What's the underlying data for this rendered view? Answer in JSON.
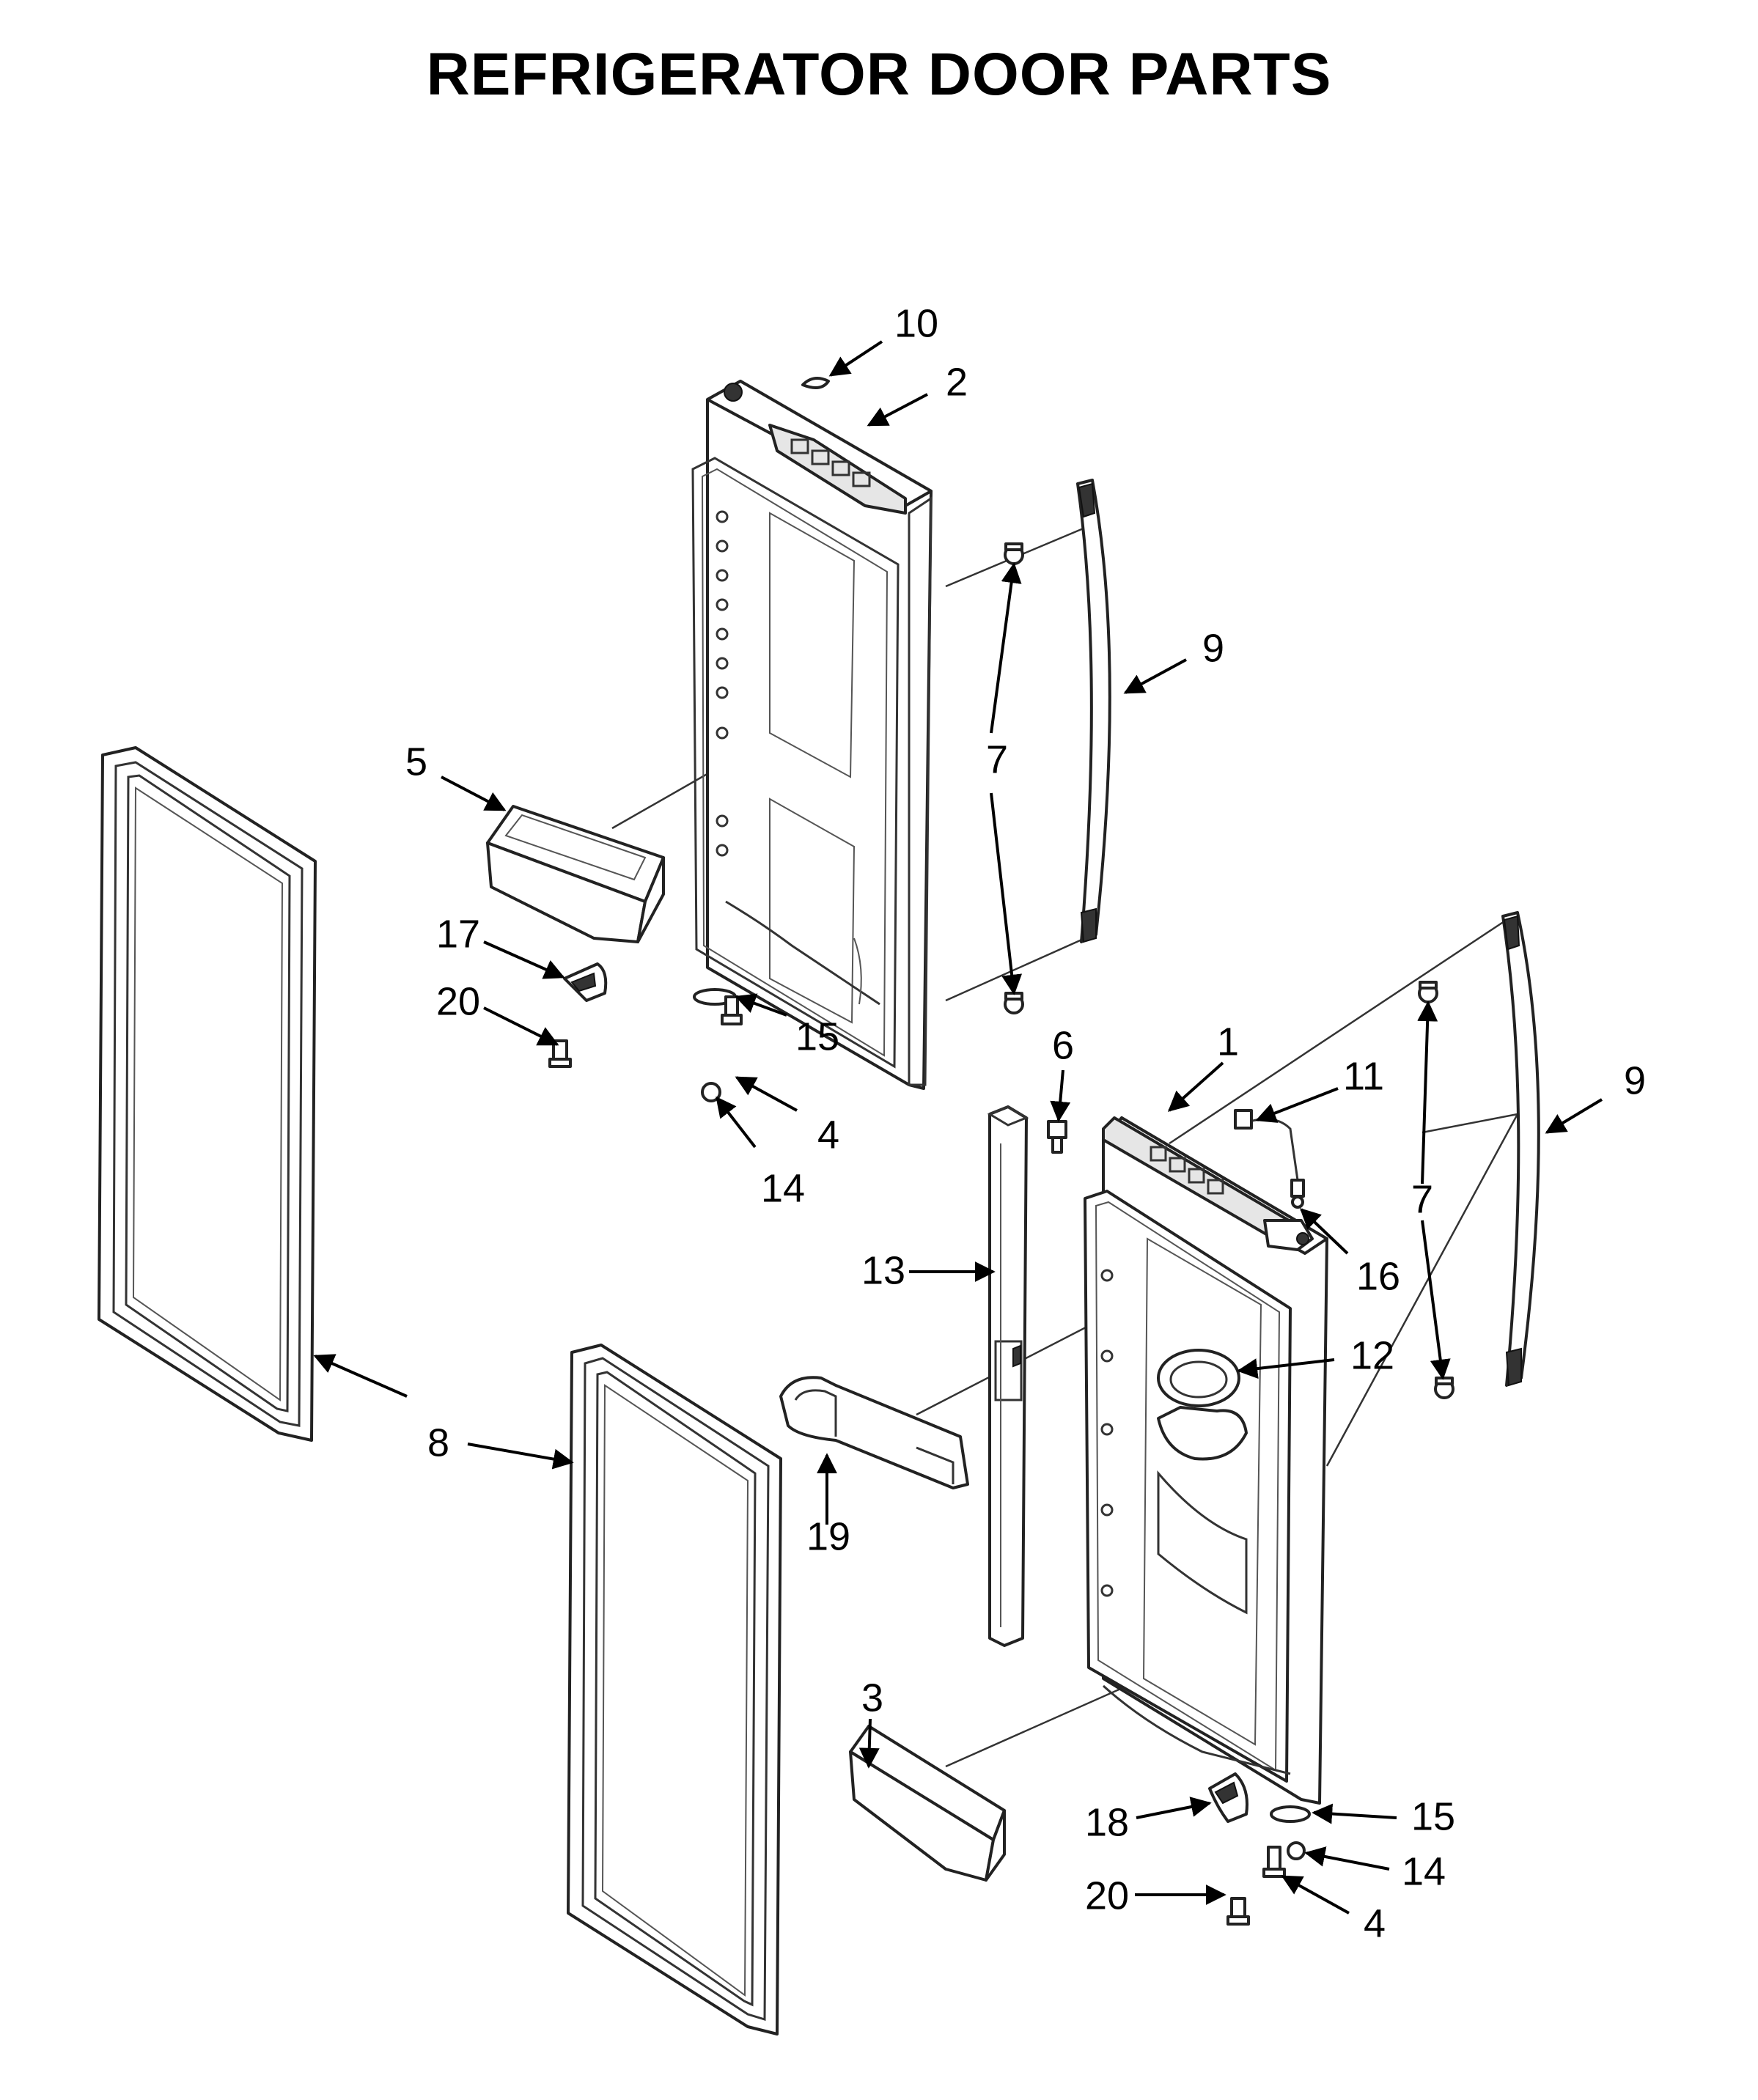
{
  "title": "REFRIGERATOR DOOR PARTS",
  "callouts": {
    "c1": "1",
    "c2": "2",
    "c3": "3",
    "c4a": "4",
    "c4b": "4",
    "c5": "5",
    "c6": "6",
    "c7a": "7",
    "c7b": "7",
    "c8": "8",
    "c9a": "9",
    "c9b": "9",
    "c10": "10",
    "c11": "11",
    "c12": "12",
    "c13": "13",
    "c14a": "14",
    "c14b": "14",
    "c15a": "15",
    "c15b": "15",
    "c16": "16",
    "c17": "17",
    "c18": "18",
    "c19": "19",
    "c20a": "20",
    "c20b": "20"
  },
  "colors": {
    "line": "#222222",
    "background": "#ffffff",
    "text": "#000000"
  }
}
